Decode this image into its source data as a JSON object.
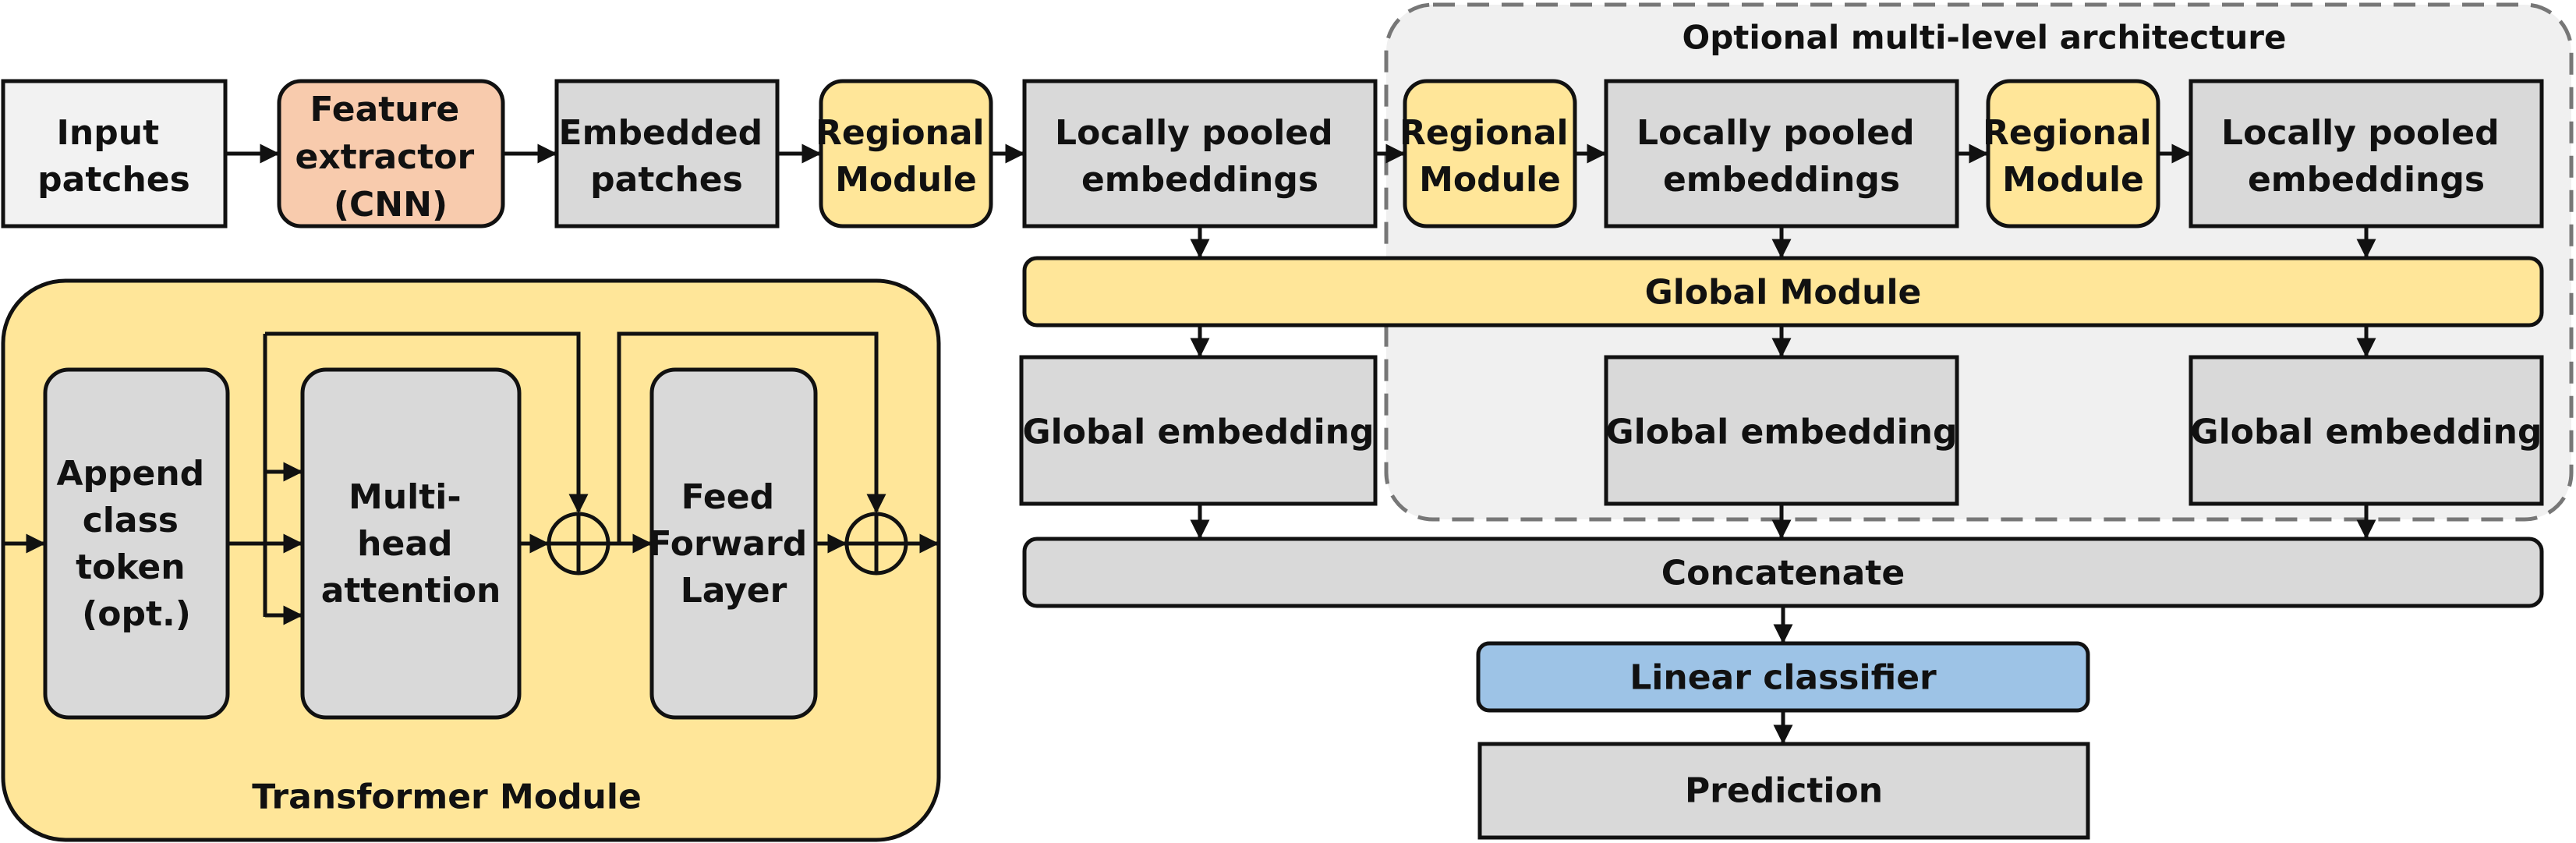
{
  "colors": {
    "gray": "#d9d9d9",
    "light_gray": "#f2f2f2",
    "yellow": "#ffe699",
    "orange": "#f8cbad",
    "blue": "#9dc3e6",
    "stroke": "#111111",
    "dashed_region": "#f0f0f0"
  },
  "optional_region": {
    "title": "Optional multi-level architecture"
  },
  "pipeline": {
    "input_patches": [
      "Input",
      "patches"
    ],
    "feature_extractor": [
      "Feature",
      "extractor",
      "(CNN)"
    ],
    "embedded_patches": [
      "Embedded",
      "patches"
    ],
    "regional_module_1": [
      "Regional",
      "Module"
    ],
    "pooled_1": [
      "Locally pooled",
      "embeddings"
    ],
    "regional_module_2": [
      "Regional",
      "Module"
    ],
    "pooled_2": [
      "Locally pooled",
      "embeddings"
    ],
    "regional_module_3": [
      "Regional",
      "Module"
    ],
    "pooled_3": [
      "Locally pooled",
      "embeddings"
    ],
    "global_module": "Global Module",
    "global_embedding_1": "Global embedding",
    "global_embedding_2": "Global embedding",
    "global_embedding_3": "Global embedding",
    "concatenate": "Concatenate",
    "linear_classifier": "Linear classifier",
    "prediction": "Prediction"
  },
  "transformer_module": {
    "title": "Transformer Module",
    "append_class_token": [
      "Append",
      "class",
      "token",
      "(opt.)"
    ],
    "multi_head_attention": [
      "Multi-",
      "head",
      "attention"
    ],
    "feed_forward_layer": [
      "Feed",
      "Forward",
      "Layer"
    ]
  }
}
